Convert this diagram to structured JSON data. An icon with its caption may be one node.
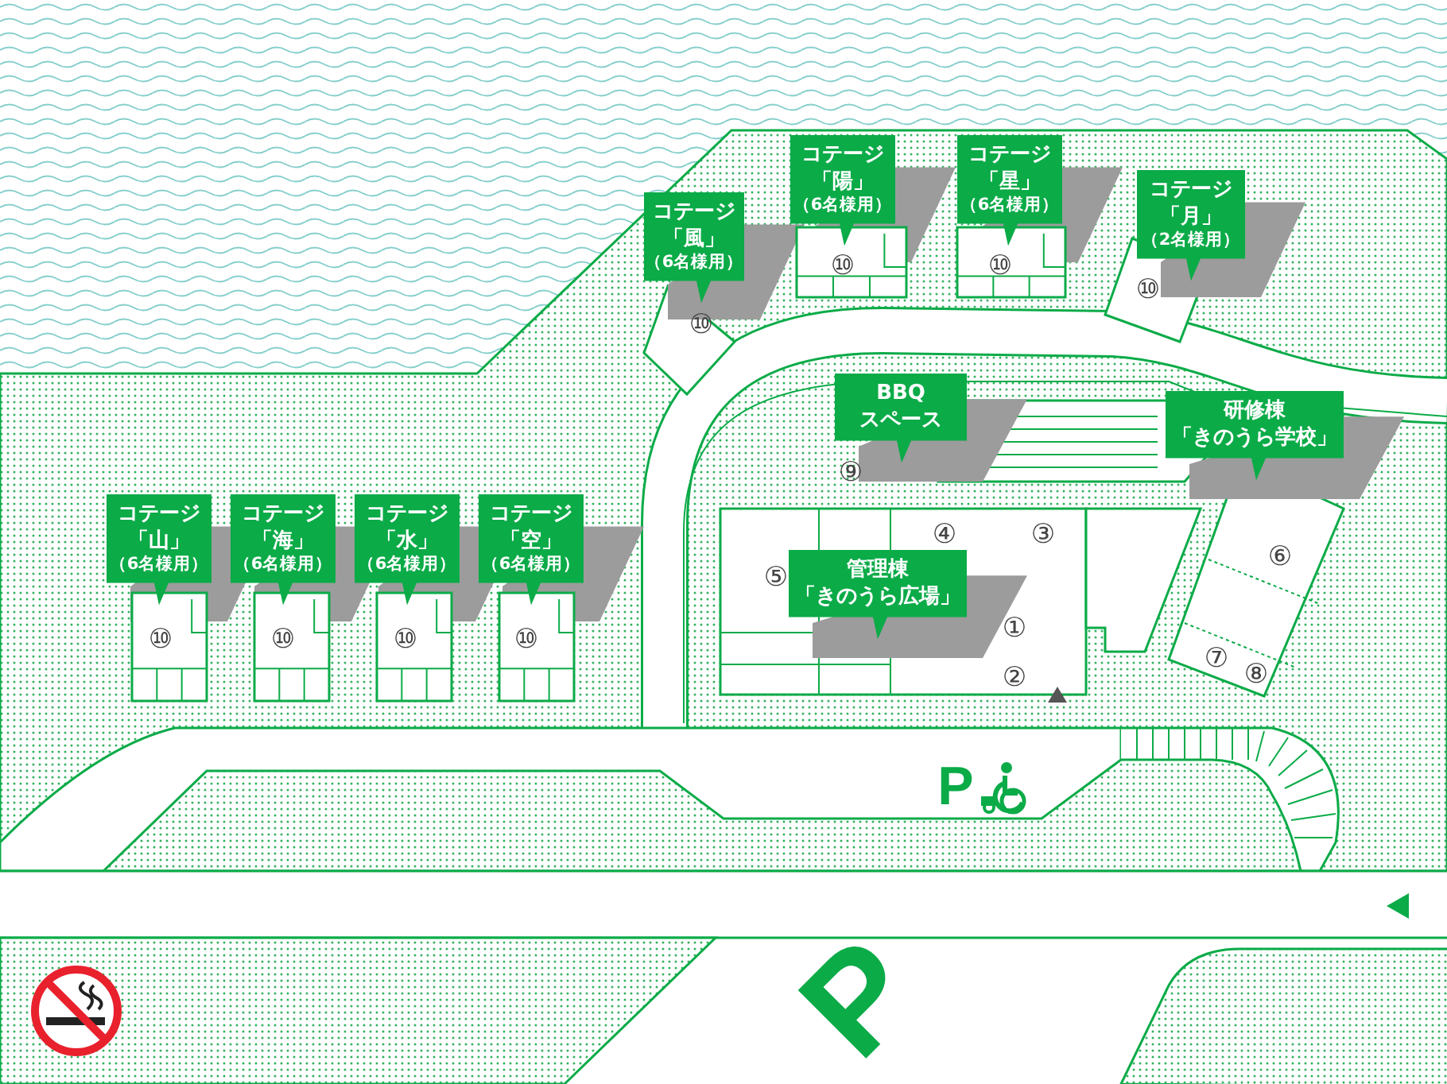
{
  "diagram": {
    "nodes": [
      {
        "text": [
          "コテージ",
          "「陽」",
          "（6名様用）"
        ]
      },
      {
        "text": [
          "コテージ",
          "「星」",
          "（6名様用）"
        ]
      },
      {
        "text": [
          "コテージ",
          "「月」",
          "（2名様用）"
        ]
      },
      {
        "text": [
          "コテージ",
          "「風」",
          "（6名様用）"
        ]
      },
      {
        "text": [
          "BBQ",
          "スペース"
        ]
      },
      {
        "text": [
          "研修棟",
          "「きのうら学校」"
        ]
      },
      {
        "text": [
          "コテージ",
          "「山」",
          "（6名様用）"
        ]
      },
      {
        "text": [
          "コテージ",
          "「海」",
          "（6名様用）"
        ]
      },
      {
        "text": [
          "コテージ",
          "「水」",
          "（6名様用）"
        ]
      },
      {
        "text": [
          "コテージ",
          "「空」",
          "（6名様用）"
        ]
      },
      {
        "text": [
          "管理棟",
          "「きのうら広場」"
        ]
      }
    ],
    "labels": [
      "⑩",
      "⑩",
      "⑩",
      "⑩",
      "⑨",
      "④",
      "③",
      "⑥",
      "⑤",
      "⑩",
      "⑩",
      "⑩",
      "⑩",
      "①",
      "②",
      "⑦",
      "⑧",
      "P",
      "P"
    ]
  }
}
